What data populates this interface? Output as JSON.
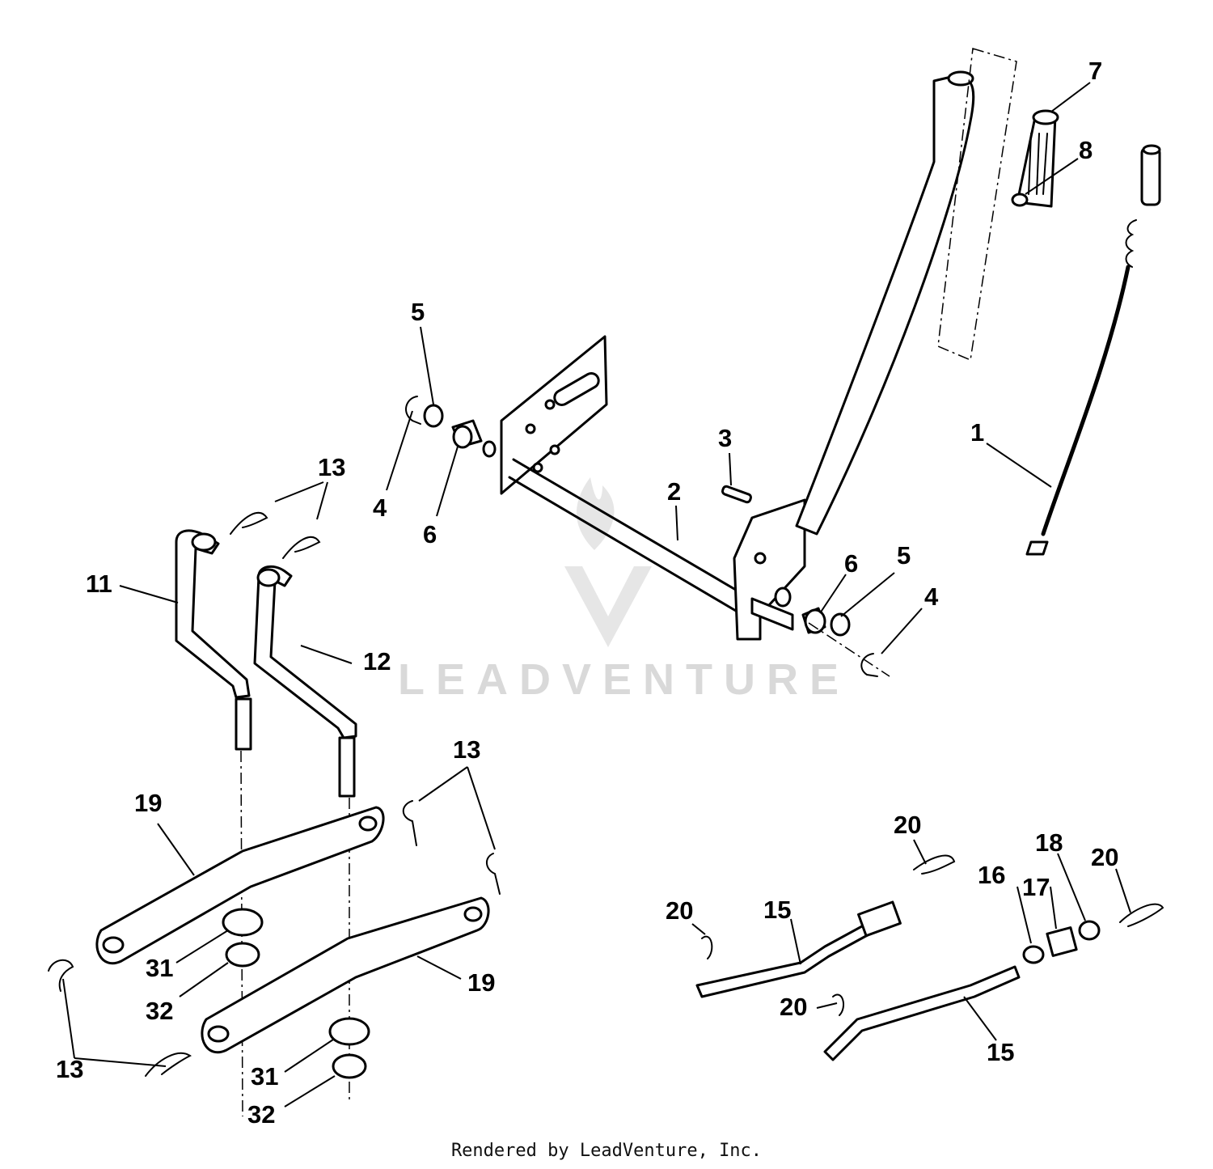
{
  "watermark": {
    "brand": "LEADVENTURE"
  },
  "footer": {
    "text": "Rendered by LeadVenture, Inc."
  },
  "callouts": [
    {
      "id": "c1",
      "label": "1"
    },
    {
      "id": "c2",
      "label": "2"
    },
    {
      "id": "c3",
      "label": "3"
    },
    {
      "id": "c4a",
      "label": "4"
    },
    {
      "id": "c4b",
      "label": "4"
    },
    {
      "id": "c5a",
      "label": "5"
    },
    {
      "id": "c5b",
      "label": "5"
    },
    {
      "id": "c6a",
      "label": "6"
    },
    {
      "id": "c6b",
      "label": "6"
    },
    {
      "id": "c7",
      "label": "7"
    },
    {
      "id": "c8",
      "label": "8"
    },
    {
      "id": "c11",
      "label": "11"
    },
    {
      "id": "c12",
      "label": "12"
    },
    {
      "id": "c13a",
      "label": "13"
    },
    {
      "id": "c13b",
      "label": "13"
    },
    {
      "id": "c13c",
      "label": "13"
    },
    {
      "id": "c15a",
      "label": "15"
    },
    {
      "id": "c15b",
      "label": "15"
    },
    {
      "id": "c16",
      "label": "16"
    },
    {
      "id": "c17",
      "label": "17"
    },
    {
      "id": "c18",
      "label": "18"
    },
    {
      "id": "c19a",
      "label": "19"
    },
    {
      "id": "c19b",
      "label": "19"
    },
    {
      "id": "c20a",
      "label": "20"
    },
    {
      "id": "c20b",
      "label": "20"
    },
    {
      "id": "c20c",
      "label": "20"
    },
    {
      "id": "c20d",
      "label": "20"
    },
    {
      "id": "c31a",
      "label": "31"
    },
    {
      "id": "c31b",
      "label": "31"
    },
    {
      "id": "c32a",
      "label": "32"
    },
    {
      "id": "c32b",
      "label": "32"
    }
  ]
}
